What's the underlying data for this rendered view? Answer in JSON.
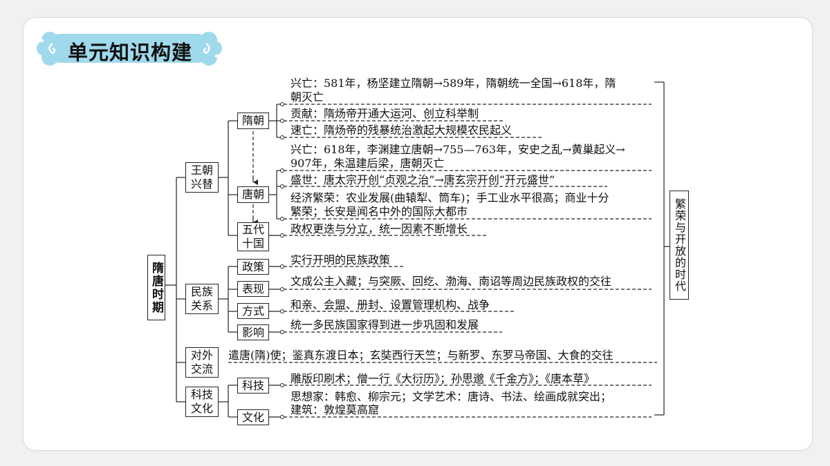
{
  "header": {
    "title": "单元知识构建"
  },
  "root": {
    "label": "隋唐时期"
  },
  "right_theme": {
    "label": "繁荣与开放的时代"
  },
  "branches": {
    "dynasty": {
      "label": "王朝兴替",
      "sui": {
        "label": "隋朝",
        "items": [
          "兴亡：581年，杨坚建立隋朝→589年，隋朝统一全国→618年，隋",
          "朝灭亡",
          "贡献：隋炀帝开通大运河、创立科举制",
          "速亡：隋炀帝的残暴统治激起大规模农民起义"
        ]
      },
      "tang": {
        "label": "唐朝",
        "items": [
          "兴亡：618年，李渊建立唐朝→755—763年，安史之乱→黄巢起义→",
          "907年，朱温建后梁，唐朝灭亡",
          "盛世：唐太宗开创“贞观之治”→唐玄宗开创“开元盛世”",
          "经济繁荣：农业发展(曲辕犁、筒车)；手工业水平很高；商业十分",
          "繁荣；长安是闻名中外的国际大都市"
        ]
      },
      "wudai": {
        "label": "五代十国",
        "items": [
          "政权更迭与分立，统一因素不断增长"
        ]
      }
    },
    "ethnic": {
      "label": "民族关系",
      "policy": {
        "label": "政策",
        "text": "实行开明的民族政策"
      },
      "manifest": {
        "label": "表现",
        "text": "文成公主入藏；与突厥、回纥、渤海、南诏等周边民族政权的交往"
      },
      "method": {
        "label": "方式",
        "text": "和亲、会盟、册封、设置管理机构、战争"
      },
      "impact": {
        "label": "影响",
        "text": "统一多民族国家得到进一步巩固和发展"
      }
    },
    "foreign": {
      "label": "对外交流",
      "text": "遣唐(隋)使；鉴真东渡日本；玄奘西行天竺；与新罗、东罗马帝国、大食的交往"
    },
    "culture": {
      "label": "科技文化",
      "tech": {
        "label": "科技",
        "text": "雕版印刷术；僧一行《大衍历》；孙思邈《千金方》；《唐本草》"
      },
      "arts": {
        "label": "文化",
        "items": [
          "思想家：韩愈、柳宗元；文学艺术：唐诗、书法、绘画成就突出；",
          "建筑：敦煌莫高窟"
        ]
      }
    }
  },
  "colors": {
    "header_cloud": "#9fd9ec",
    "line": "#222222"
  }
}
